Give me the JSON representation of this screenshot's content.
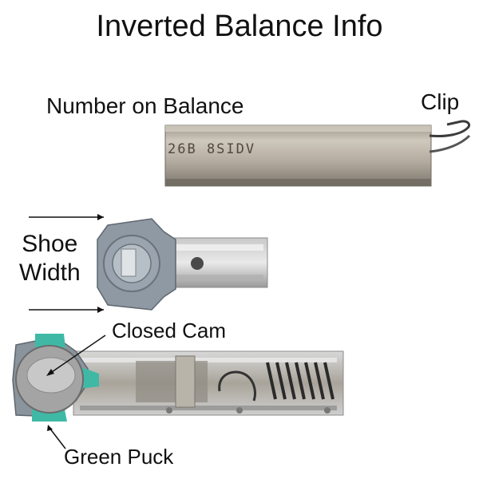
{
  "title": "Inverted Balance Info",
  "labels": {
    "number_on_balance": "Number on Balance",
    "clip": "Clip",
    "shoe_line1": "Shoe",
    "shoe_line2": "Width",
    "closed_cam": "Closed Cam",
    "green_puck": "Green Puck"
  },
  "balance_stamp": "26B 8SIDV",
  "colors": {
    "metal": "#b8b0a4",
    "metal_dark": "#7f7a72",
    "shoe_gray": "#8c96a0",
    "puck_green": "#3fb9a6",
    "cam_gray": "#a9a9a9",
    "spring": "#2a2a2a",
    "arrow": "#111111"
  }
}
